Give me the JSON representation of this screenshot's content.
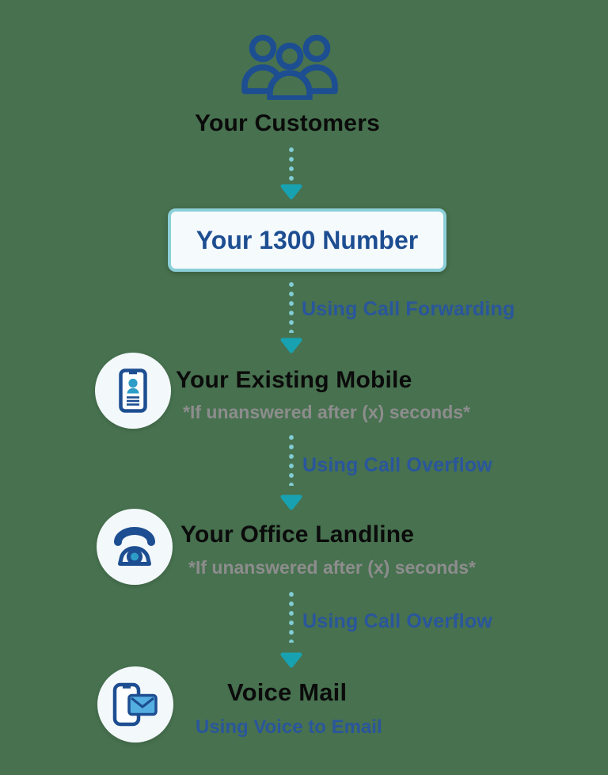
{
  "colors": {
    "background": "#47714f",
    "dark_blue": "#1d4e91",
    "label_blue": "#2a569c",
    "teal_arrow": "#18a2b1",
    "teal_dot": "#82ccd4",
    "box_border": "#8ccfd8",
    "box_bg": "#f5fafd",
    "circle_bg": "#f3f8fb",
    "title_black": "#0b0b0b",
    "subtitle_gray": "#8d8d8d",
    "person_fill": "#2d9dc8",
    "envelope_fill": "#54afe0"
  },
  "header": {
    "icon": "customers-group-icon",
    "label": "Your Customers"
  },
  "number_box": {
    "label": "Your 1300 Number"
  },
  "connectors": [
    {
      "label": ""
    },
    {
      "label": "Using Call Forwarding"
    },
    {
      "label": "Using Call Overflow"
    },
    {
      "label": "Using Call Overflow"
    }
  ],
  "steps": [
    {
      "icon": "contact-card-icon",
      "title": "Your Existing Mobile",
      "subtitle": "*If unanswered after (x) seconds*"
    },
    {
      "icon": "rotary-phone-icon",
      "title": "Your Office Landline",
      "subtitle": "*If unanswered after (x) seconds*"
    },
    {
      "icon": "phone-voicemail-email-icon",
      "title": "Voice Mail",
      "subtitle": "Using Voice to Email"
    }
  ]
}
